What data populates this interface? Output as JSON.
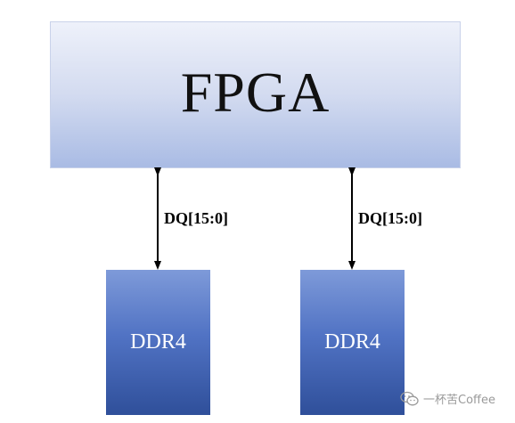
{
  "fpga": {
    "label": "FPGA"
  },
  "buses": [
    {
      "label": "DQ[15:0]"
    },
    {
      "label": "DQ[15:0]"
    }
  ],
  "memories": [
    {
      "label": "DDR4"
    },
    {
      "label": "DDR4"
    }
  ],
  "watermark": {
    "text": "一杯苦Coffee",
    "icon": "wechat-icon"
  },
  "colors": {
    "fpga_top": "#eef1fa",
    "fpga_bottom": "#a9bbe4",
    "ddr_top": "#7e9ad9",
    "ddr_bottom": "#2f4f9a",
    "arrow": "#000000"
  }
}
